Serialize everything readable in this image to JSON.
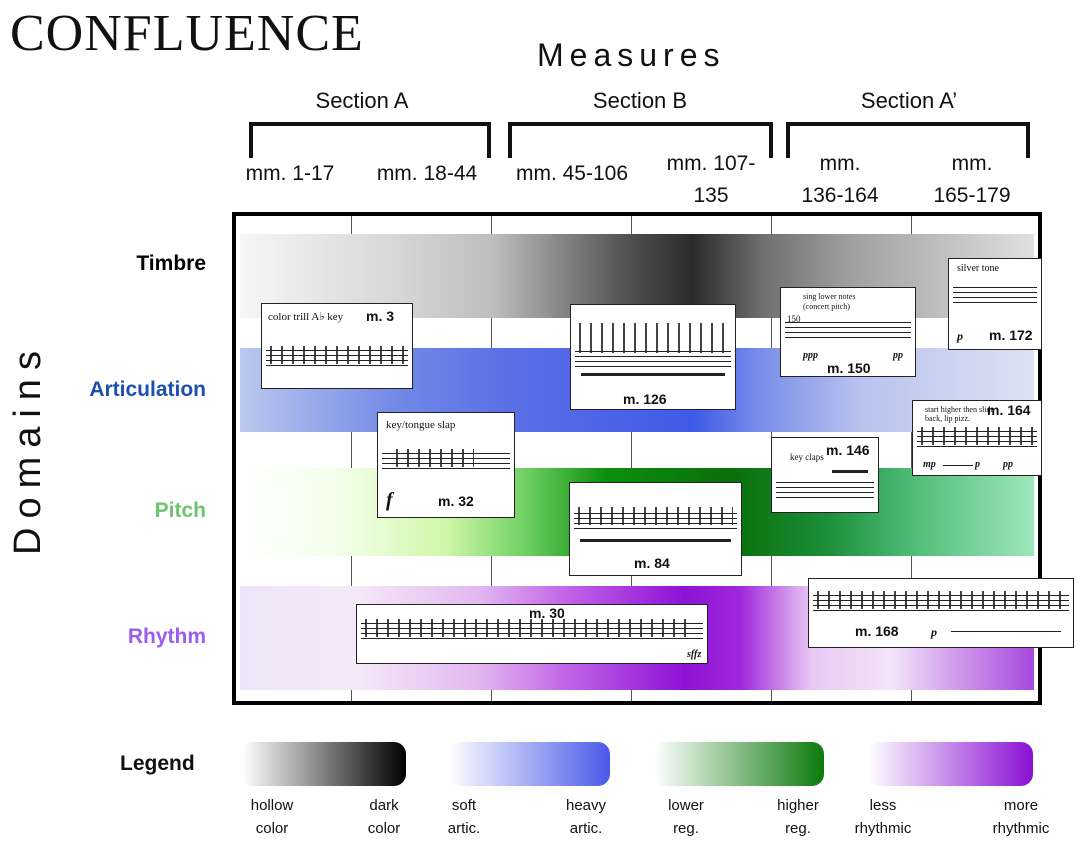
{
  "title": "CONFLUENCE",
  "axis_top": "Measures",
  "axis_left": "Domains",
  "sections": [
    {
      "label": "Section A",
      "ranges": [
        "mm. 1-17",
        "mm. 18-44"
      ]
    },
    {
      "label": "Section B",
      "ranges": [
        "mm. 45-106",
        "mm. 107-135"
      ]
    },
    {
      "label": "Section A’",
      "ranges": [
        "mm. 136-164",
        "mm. 165-179"
      ]
    }
  ],
  "range_lines": {
    "r107": [
      "mm. 107-",
      "135"
    ],
    "r136": [
      "mm.",
      "136-164"
    ],
    "r165": [
      "mm.",
      "165-179"
    ]
  },
  "domains": [
    {
      "name": "Timbre",
      "color": "#000000"
    },
    {
      "name": "Articulation",
      "color": "#1c4fb0"
    },
    {
      "name": "Pitch",
      "color": "#6cc46c"
    },
    {
      "name": "Rhythm",
      "color": "#9b5cf0"
    }
  ],
  "excerpts": {
    "m3": {
      "measure": "m. 3",
      "annotation": "color trill A♭ key"
    },
    "m126": {
      "measure": "m. 126"
    },
    "m150": {
      "measure": "m. 150",
      "annotation": "sing lower notes (concert pitch)",
      "dyn_start": "ppp",
      "dyn_end": "pp",
      "tempo": "150"
    },
    "m172": {
      "measure": "m. 172",
      "annotation": "silver tone",
      "dyn": "p"
    },
    "m32": {
      "measure": "m. 32",
      "annotation": "key/tongue slap",
      "dyn": "f"
    },
    "m146": {
      "measure": "m. 146",
      "annotation": "key claps"
    },
    "m164": {
      "measure": "m. 164",
      "annotation": "start higher then slide back, lip pizz.",
      "dyn1": "mp",
      "dyn2": "p",
      "dyn3": "pp"
    },
    "m84": {
      "measure": "m. 84"
    },
    "m30": {
      "measure": "m. 30",
      "dyn": "sffz"
    },
    "m168": {
      "measure": "m. 168",
      "dyn": "p"
    }
  },
  "legend": {
    "title": "Legend",
    "scales": [
      {
        "low": [
          "hollow",
          "color"
        ],
        "high": [
          "dark",
          "color"
        ],
        "colors": [
          "#ffffff",
          "#000000"
        ]
      },
      {
        "low": [
          "soft",
          "artic."
        ],
        "high": [
          "heavy",
          "artic."
        ],
        "colors": [
          "#ffffff",
          "#4a5ae8"
        ]
      },
      {
        "low": [
          "lower",
          "reg."
        ],
        "high": [
          "higher",
          "reg."
        ],
        "colors": [
          "#ffffff",
          "#0c7a0c"
        ]
      },
      {
        "low": [
          "less",
          "rhythmic"
        ],
        "high": [
          "more",
          "rhythmic"
        ],
        "colors": [
          "#ffffff",
          "#8a10d4"
        ]
      }
    ]
  }
}
